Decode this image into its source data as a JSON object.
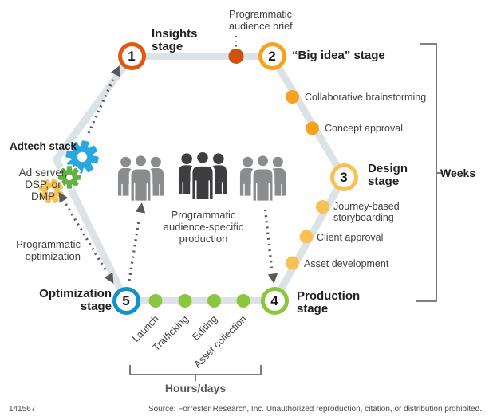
{
  "colors": {
    "stage1": "#E4570F",
    "stage2": "#F7A11C",
    "stage3": "#F9C053",
    "stage4": "#8CC63F",
    "stage5": "#1193C9",
    "brief_dot": "#D2500F",
    "path": "#DCE3E6",
    "dash": "#58595B",
    "bracket": "#6D6E71",
    "gear_blue": "#29A8DF",
    "gear_green": "#62B145",
    "gear_yellow": "#F9C053",
    "people_gray": "#8A8C8E",
    "people_dark": "#3E3E40"
  },
  "stages": [
    {
      "num": "1",
      "label": "Insights\nstage"
    },
    {
      "num": "2",
      "label": "“Big idea” stage"
    },
    {
      "num": "3",
      "label": "Design\nstage"
    },
    {
      "num": "4",
      "label": "Production\nstage"
    },
    {
      "num": "5",
      "label": "Optimization\nstage"
    }
  ],
  "milestones": {
    "big_idea": [
      "Collaborative brainstorming",
      "Concept approval"
    ],
    "design": [
      "Journey-based\nstoryboarding",
      "Client approval",
      "Asset development"
    ],
    "production": [
      "Launch",
      "Trafficking",
      "Editing",
      "Asset collection"
    ]
  },
  "annotations": {
    "audience_brief": "Programmatic\naudience brief",
    "adtech_title": "Adtech stack",
    "adtech_subtitle": "Ad server,\nDSP, or\nDMP",
    "programmatic_optimization": "Programmatic\noptimization",
    "center_production": "Programmatic\naudience-specific\nproduction",
    "weeks": "Weeks",
    "hours_days": "Hours/days"
  },
  "footer": {
    "figure_id": "141567",
    "source": "Source: Forrester Research, Inc. Unauthorized reproduction, citation, or distribution prohibited."
  }
}
